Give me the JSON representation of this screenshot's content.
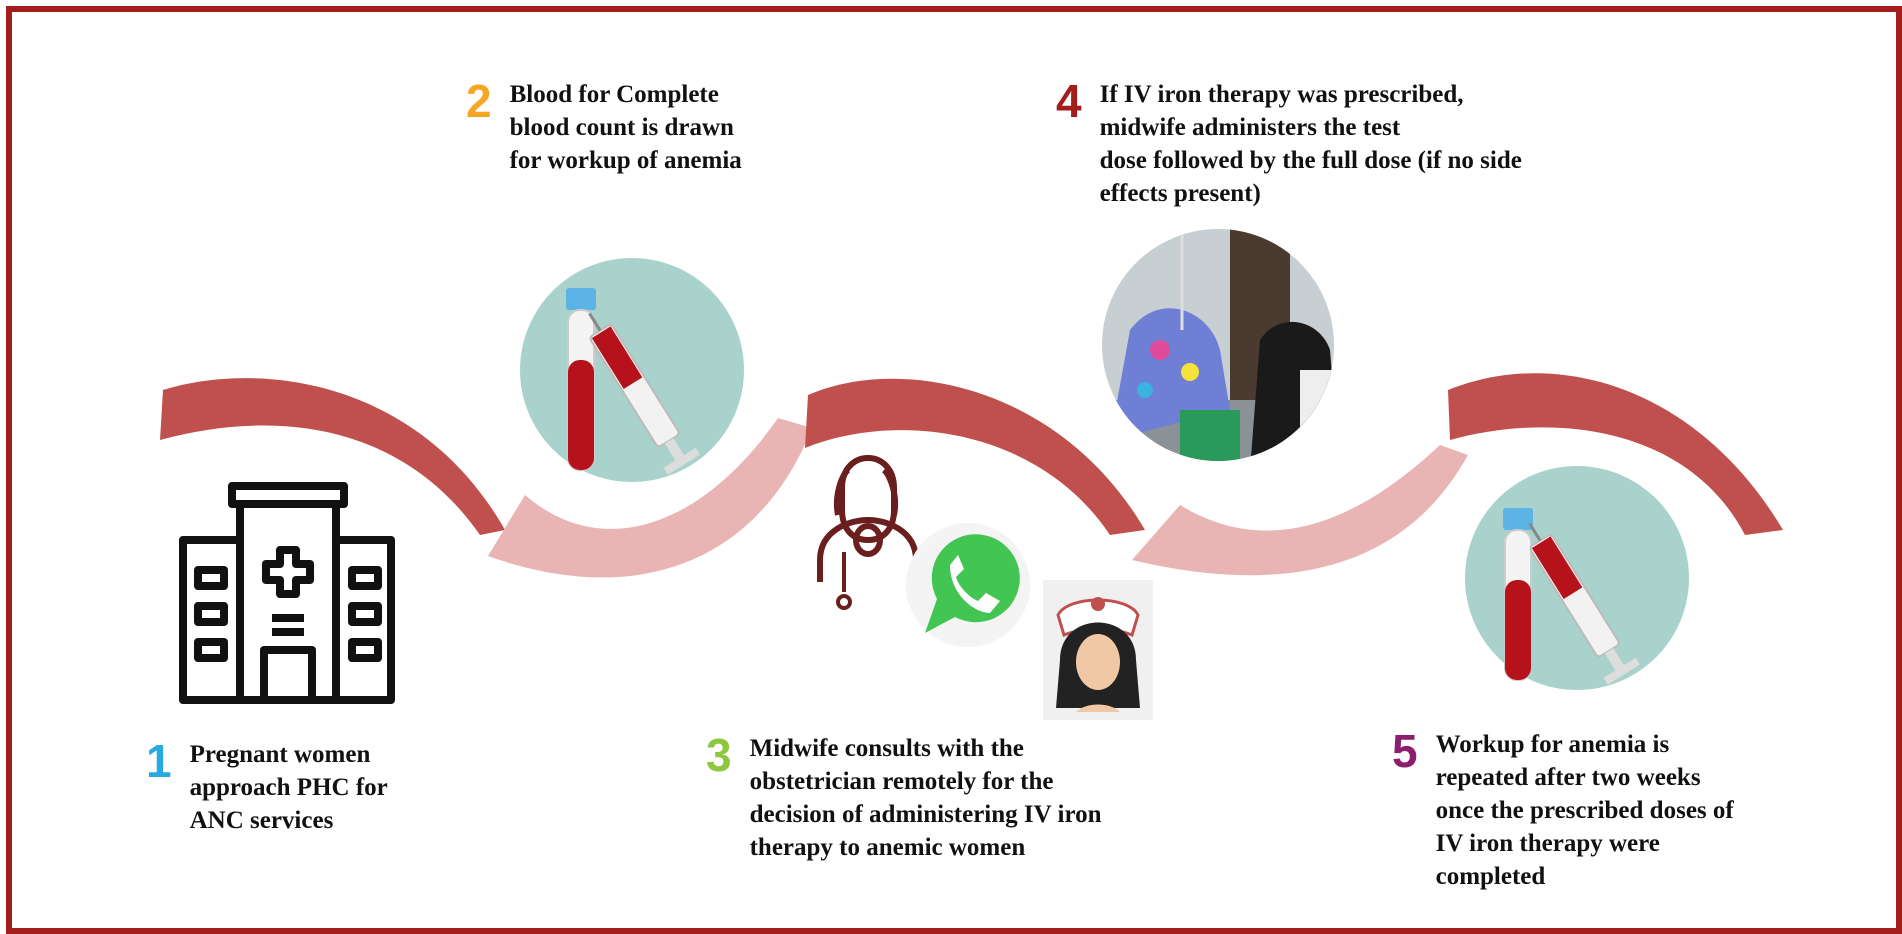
{
  "colors": {
    "frame": "#a31d1d",
    "arrow_dark": "#c0504d",
    "arrow_light": "#e8b4b4",
    "circle_fill": "#a9d2cc",
    "blood": "#b5121b",
    "tube_cap": "#5bb4e5",
    "icon_dark": "#6b1e1e",
    "whatsapp": "#43c553"
  },
  "steps": [
    {
      "number": "1",
      "color": "#29a9e1",
      "text": "Pregnant women approach PHC for ANC services",
      "lines": [
        "Pregnant women",
        "approach PHC for",
        "ANC services"
      ]
    },
    {
      "number": "2",
      "color": "#f6a623",
      "text": "Blood for Complete blood count is drawn for workup of anemia",
      "lines": [
        "Blood for Complete",
        "blood count is drawn",
        "for workup of  anemia"
      ]
    },
    {
      "number": "3",
      "color": "#8dc63f",
      "text": "Midwife consults with the obstetrician remotely for the decision of administering IV iron therapy to anemic women",
      "lines": [
        "Midwife consults with the",
        "obstetrician remotely for the",
        "decision of administering IV iron",
        "therapy to anemic women"
      ]
    },
    {
      "number": "4",
      "color": "#a31d1d",
      "text": "If IV iron therapy was prescribed, midwife administers the test dose followed by the full dose (if no side effects present)",
      "lines": [
        "If IV iron therapy was prescribed,",
        "midwife administers the test",
        "dose followed by the full dose (if no side",
        "effects present)"
      ]
    },
    {
      "number": "5",
      "color": "#8b1f6e",
      "text": "Workup for anemia is repeated after two weeks once the prescribed doses of IV iron therapy were completed",
      "lines": [
        "Workup for anemia is",
        "repeated after two weeks",
        "once the prescribed doses of",
        "IV iron therapy were",
        "completed"
      ]
    }
  ],
  "icons": [
    "hospital-icon",
    "blood-tube-syringe-icon",
    "doctor-icon",
    "whatsapp-icon",
    "nurse-icon",
    "iv-therapy-photo",
    "blood-tube-syringe-icon"
  ]
}
